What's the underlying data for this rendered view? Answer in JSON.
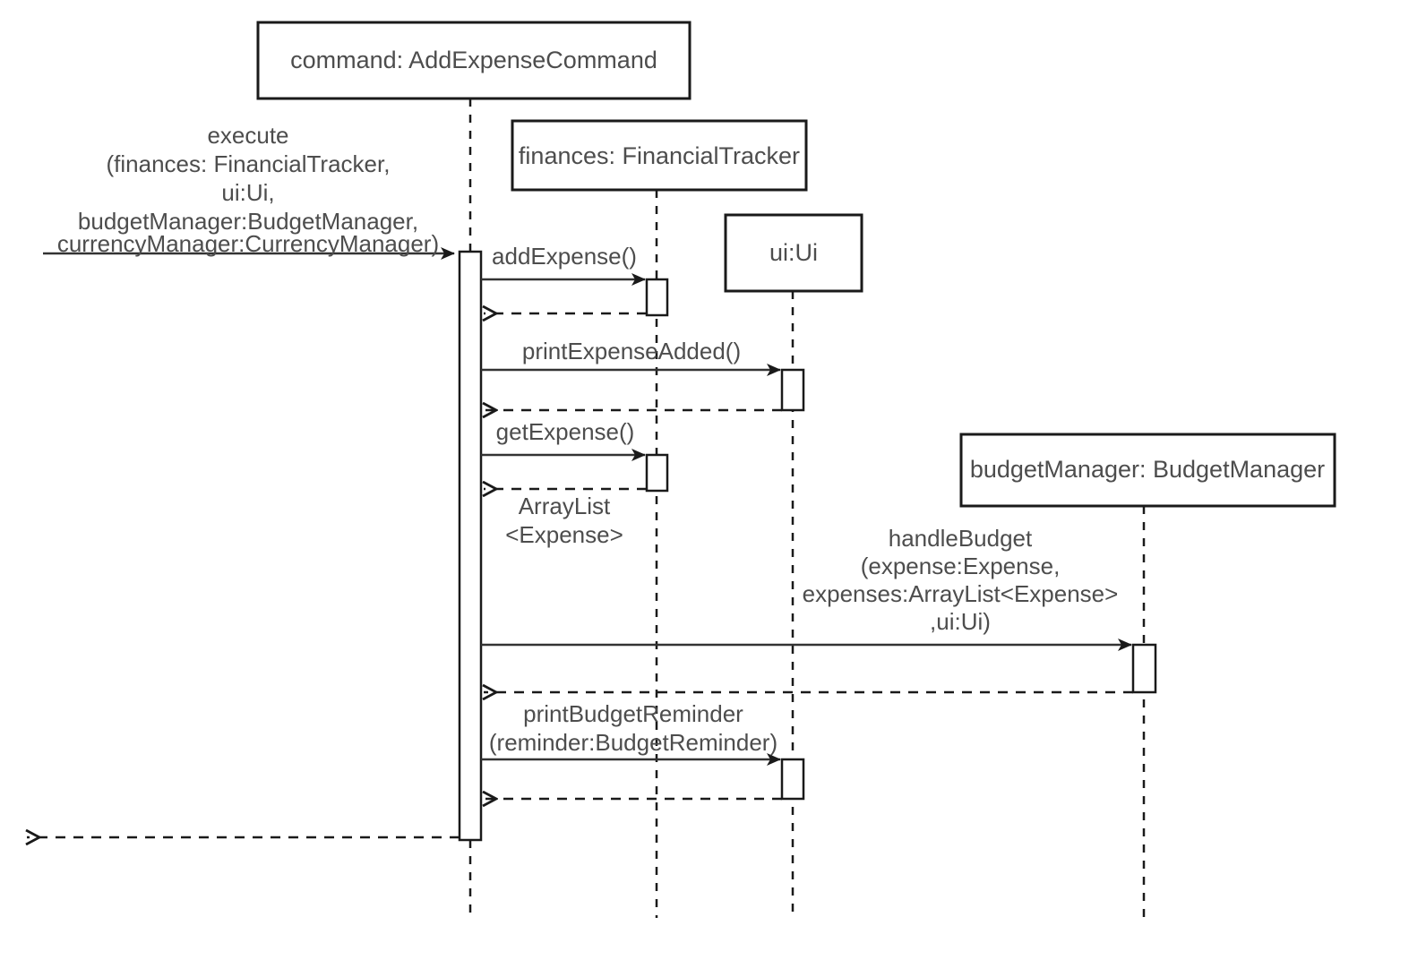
{
  "diagram": {
    "type": "uml-sequence-diagram",
    "title": "AddExpenseCommand execution sequence",
    "participants": [
      {
        "id": "command",
        "label": "command: AddExpenseCommand"
      },
      {
        "id": "finances",
        "label": "finances: FinancialTracker"
      },
      {
        "id": "ui",
        "label": "ui:Ui"
      },
      {
        "id": "budgetManager",
        "label": "budgetManager: BudgetManager"
      }
    ],
    "messages": [
      {
        "id": "m1",
        "kind": "call",
        "from": "actor",
        "to": "command",
        "label_lines": [
          "execute",
          "(finances: FinancialTracker,",
          "ui:Ui,",
          "budgetManager:BudgetManager,",
          "currencyManager:CurrencyManager)"
        ]
      },
      {
        "id": "m2",
        "kind": "call",
        "from": "command",
        "to": "finances",
        "label_lines": [
          "addExpense()"
        ]
      },
      {
        "id": "m3",
        "kind": "return",
        "from": "finances",
        "to": "command",
        "label_lines": []
      },
      {
        "id": "m4",
        "kind": "call",
        "from": "command",
        "to": "ui",
        "label_lines": [
          "printExpenseAdded()"
        ]
      },
      {
        "id": "m5",
        "kind": "return",
        "from": "ui",
        "to": "command",
        "label_lines": []
      },
      {
        "id": "m6",
        "kind": "call",
        "from": "command",
        "to": "finances",
        "label_lines": [
          "getExpense()"
        ]
      },
      {
        "id": "m7",
        "kind": "return",
        "from": "finances",
        "to": "command",
        "label_lines": [
          "ArrayList",
          "<Expense>"
        ]
      },
      {
        "id": "m8",
        "kind": "call",
        "from": "command",
        "to": "budgetManager",
        "label_lines": [
          "handleBudget",
          "(expense:Expense,",
          "expenses:ArrayList<Expense>",
          ",ui:Ui)"
        ]
      },
      {
        "id": "m9",
        "kind": "return",
        "from": "budgetManager",
        "to": "command",
        "label_lines": []
      },
      {
        "id": "m10",
        "kind": "call",
        "from": "command",
        "to": "ui",
        "label_lines": [
          "printBudgetReminder",
          "(reminder:BudgetReminder)"
        ]
      },
      {
        "id": "m11",
        "kind": "return",
        "from": "ui",
        "to": "command",
        "label_lines": []
      },
      {
        "id": "m12",
        "kind": "return",
        "from": "command",
        "to": "actor",
        "label_lines": []
      }
    ],
    "colors": {
      "stroke": "#1a1a1a",
      "text": "#4d4d4d",
      "background": "#ffffff"
    }
  }
}
